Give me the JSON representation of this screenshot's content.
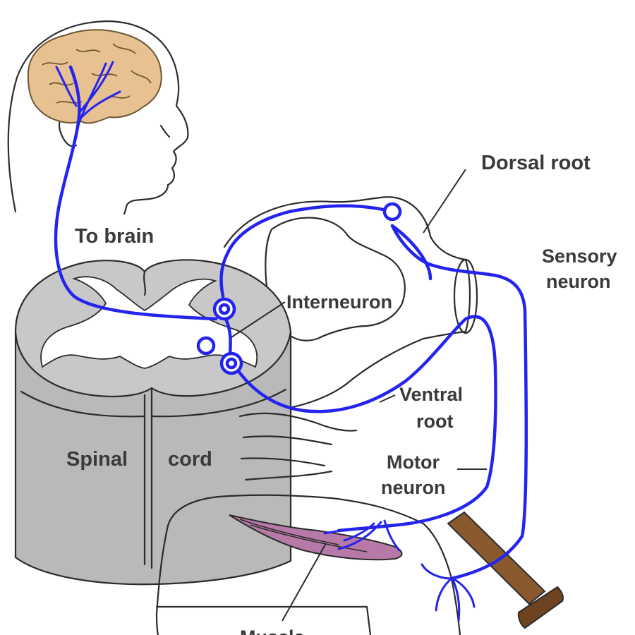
{
  "labels": {
    "dorsal_root": "Dorsal root",
    "sensory_neuron_line1": "Sensory",
    "sensory_neuron_line2": "neuron",
    "to_brain": "To brain",
    "interneuron": "Interneuron",
    "ventral_root_line1": "Ventral",
    "ventral_root_line2": "root",
    "motor_neuron_line1": "Motor",
    "motor_neuron_line2": "neuron",
    "spinal": "Spinal",
    "cord": "cord",
    "muscle": "Muscle"
  },
  "colors": {
    "nerve": "#2424ee",
    "brain": "#e8c192",
    "grey_matter": "#c8c8c8",
    "cord_body": "#b9b9b9",
    "muscle": "#b77aa8",
    "hammer_handle": "#8a5a2e",
    "hammer_head": "#6e4420"
  }
}
